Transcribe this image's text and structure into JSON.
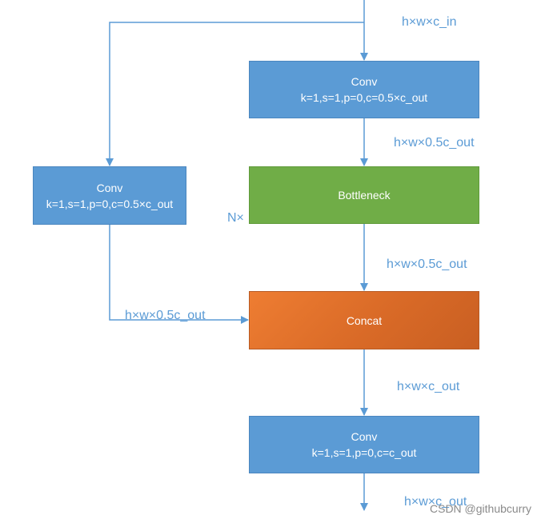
{
  "nodes": {
    "conv_top": {
      "title": "Conv",
      "params": "k=1,s=1,p=0,c=0.5×c_out"
    },
    "conv_left": {
      "title": "Conv",
      "params": "k=1,s=1,p=0,c=0.5×c_out"
    },
    "bottleneck": {
      "title": "Bottleneck",
      "repeat": "N×"
    },
    "concat": {
      "title": "Concat"
    },
    "conv_bottom": {
      "title": "Conv",
      "params": "k=1,s=1,p=0,c=c_out"
    }
  },
  "edge_labels": {
    "input": "h×w×c_in",
    "after_conv_top": "h×w×0.5c_out",
    "after_bottleneck": "h×w×0.5c_out",
    "after_conv_left": "h×w×0.5c_out",
    "after_concat": "h×w×c_out",
    "output": "h×w×c_out"
  },
  "watermark": "CSDN @githubcurry",
  "colors": {
    "conv": "#5b9bd5",
    "bottleneck": "#70ad47",
    "concat": "#ed7d31",
    "wire": "#5b9bd5"
  }
}
